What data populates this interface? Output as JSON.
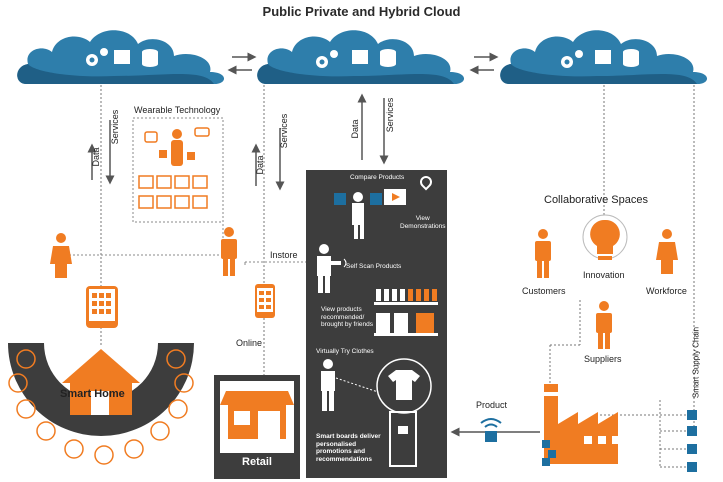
{
  "title": "Public Private and Hybrid Cloud",
  "flows": {
    "left_services": "Services",
    "left_data": "Data",
    "mid_services": "Services",
    "mid_data": "Data",
    "center_data": "Data",
    "center_services": "Services"
  },
  "wearable": "Wearable Technology",
  "smart_home": "Smart Home",
  "instore": "Instore",
  "online": "Online",
  "retail": "Retail",
  "panel": {
    "compare": "Compare Products",
    "view_demos_1": "View",
    "view_demos_2": "Demonstrations",
    "self_scan": "Self Scan Products",
    "recommended_1": "View products",
    "recommended_2": "recommended/",
    "recommended_3": "brought by friends",
    "try_clothes": "Virtually Try Clothes",
    "smart_boards_1": "Smart boards deliver",
    "smart_boards_2": "personalised",
    "smart_boards_3": "promotions and",
    "smart_boards_4": "recommendations"
  },
  "collab": {
    "title": "Collaborative Spaces",
    "innovation": "Innovation",
    "customers": "Customers",
    "workforce": "Workforce",
    "suppliers": "Suppliers"
  },
  "product": "Product",
  "supply_chain": "Smart Supply Chain",
  "colors": {
    "cloud_dark": "#1f5f86",
    "cloud_light": "#2e7eab",
    "orange": "#f07c22",
    "panel": "#3d3d3d",
    "blue": "#1d6fa0"
  }
}
